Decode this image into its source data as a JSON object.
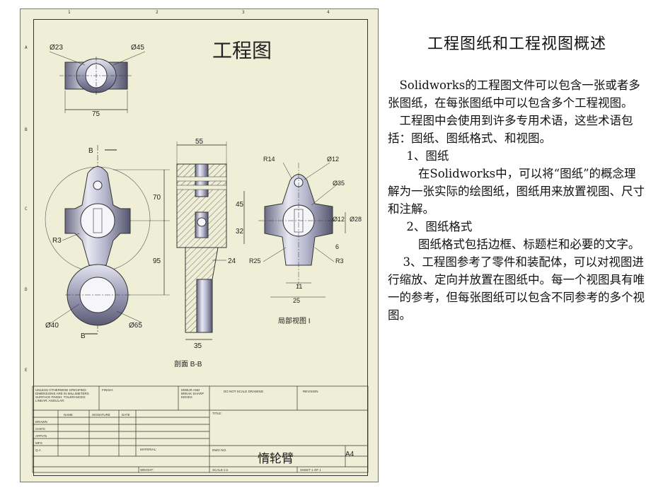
{
  "drawing": {
    "title": "工程图",
    "zone_cols": [
      "1",
      "2",
      "3",
      "4"
    ],
    "zone_rows": [
      "A",
      "B",
      "C",
      "D",
      "E"
    ],
    "dims": {
      "top_d23": "Ø23",
      "top_d45": "Ø45",
      "top_75": "75",
      "front_b_top": "B",
      "front_b_bot": "B",
      "front_70": "70",
      "front_95": "95",
      "front_r3": "R3",
      "front_d40": "Ø40",
      "front_d65": "Ø65",
      "sec_55": "55",
      "sec_45": "45",
      "sec_32": "32",
      "sec_24": "24",
      "sec_35": "35",
      "det_r14": "R14",
      "det_d12": "Ø12",
      "det_d35": "Ø35",
      "det_d12b": "Ø12",
      "det_d28": "Ø28",
      "det_r25": "R25",
      "det_6": "6",
      "det_r3": "R3",
      "det_11": "11",
      "det_25": "25"
    },
    "section_label": "剖面 B-B",
    "detail_label": "局部视图 I",
    "title_block": {
      "notes": "UNLESS OTHERWISE SPECIFIED: DIMENSIONS ARE IN MILLIMETERS SURFACE FINISH: TOLERANCES: LINEAR: ANGULAR:",
      "finish": "FINISH:",
      "deburr": "DEBUR AND BREAK SHARP EDGES",
      "do_not_scale": "DO NOT SCALE DRAWING",
      "revision": "REVISION",
      "col_name": "NAME",
      "col_signature": "SIGNATURE",
      "col_date": "DATE",
      "rows": [
        "DRAWN",
        "CHK'D",
        "APPV'D",
        "MFG",
        "Q.A"
      ],
      "material": "MATERIAL:",
      "weight": "WEIGHT:",
      "dwg_no": "DWG NO.",
      "scale": "SCALE:1:2",
      "sheet": "SHEET 1 OF 1",
      "title": "TITLE:",
      "part_name": "惰轮臂",
      "size": "A4"
    }
  },
  "panel": {
    "title": "工程图纸和工程视图概述",
    "paragraphs": [
      "Solidworks的工程图文件可以包含一张或者多张图纸，在每张图纸中可以包含多个工程视图。",
      "工程图中会使用到许多专用术语，这些术语包括：图纸、图纸格式、和视图。",
      "1、图纸",
      "在Solidworks中，可以将“图纸”的概念理解为一张实际的绘图纸，图纸用来放置视图、尺寸和注解。",
      "2、图纸格式",
      "图纸格式包括边框、标题栏和必要的文字。",
      "3、工程图参考了零件和装配体，可以对视图进行缩放、定向并放置在图纸中。每一个视图具有唯一的参考，但每张图纸可以包含不同参考的多个视图。"
    ]
  }
}
